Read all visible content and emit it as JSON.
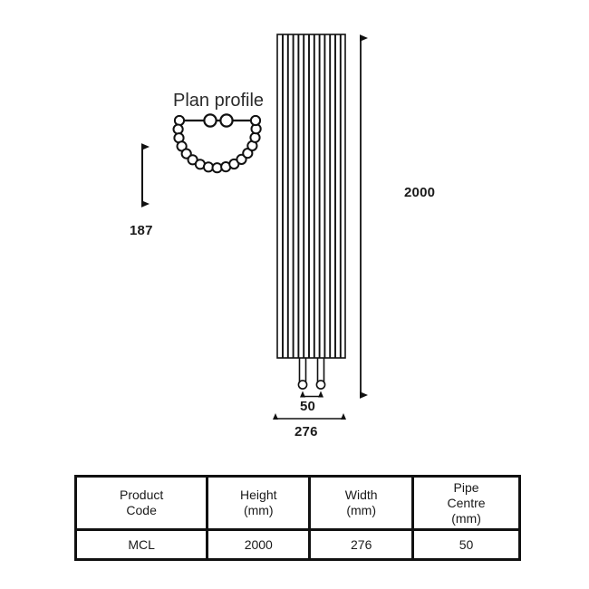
{
  "drawing": {
    "title_label": "Plan profile",
    "dimensions": {
      "height_label": "2000",
      "depth_label": "187",
      "pipe_centre_label": "50",
      "width_label": "276"
    },
    "colors": {
      "line": "#111111",
      "text": "#1a1a1a",
      "background": "#ffffff"
    }
  },
  "table": {
    "columns": [
      {
        "line1": "Product",
        "line2": "Code",
        "line3": ""
      },
      {
        "line1": "Height",
        "line2": "(mm)",
        "line3": ""
      },
      {
        "line1": "Width",
        "line2": "(mm)",
        "line3": ""
      },
      {
        "line1": "Pipe",
        "line2": "Centre",
        "line3": "(mm)"
      }
    ],
    "rows": [
      {
        "product_code": "MCL",
        "height": "2000",
        "width": "276",
        "pipe_centre": "50"
      }
    ]
  }
}
